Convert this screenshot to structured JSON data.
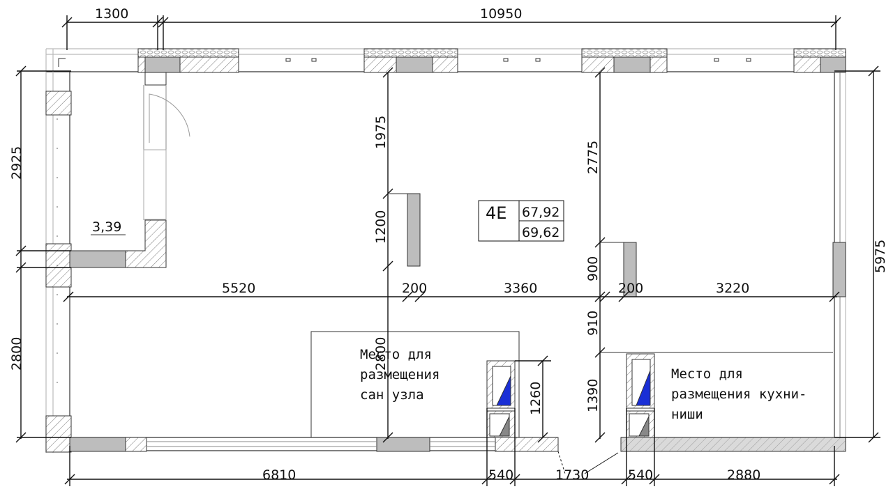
{
  "plan": {
    "unit_code": "4E",
    "area_1": "67,92",
    "area_2": "69,62",
    "small_room_area": "3,39",
    "zone_bath": {
      "line1": "Место для",
      "line2": "размещения",
      "line3": "сан узла"
    },
    "zone_kitchen": {
      "line1": "Место для",
      "line2": "размещения кухни-",
      "line3": "ниши"
    }
  },
  "dimensions": {
    "top_left": "1300",
    "top_total": "10950",
    "left_upper": "2925",
    "left_lower": "2800",
    "right_total": "5975",
    "mid_5520": "5520",
    "mid_200_a": "200",
    "mid_3360": "3360",
    "mid_200_b": "200",
    "mid_3220": "3220",
    "v_1975": "1975",
    "v_1200": "1200",
    "v_2775": "2775",
    "v_900": "900",
    "v_910": "910",
    "v_2800_center": "2800",
    "v_1260": "1260",
    "v_1390": "1390",
    "bottom_6810": "6810",
    "bottom_540_a": "540",
    "bottom_1730": "1730",
    "bottom_540_b": "540",
    "bottom_2880": "2880"
  }
}
